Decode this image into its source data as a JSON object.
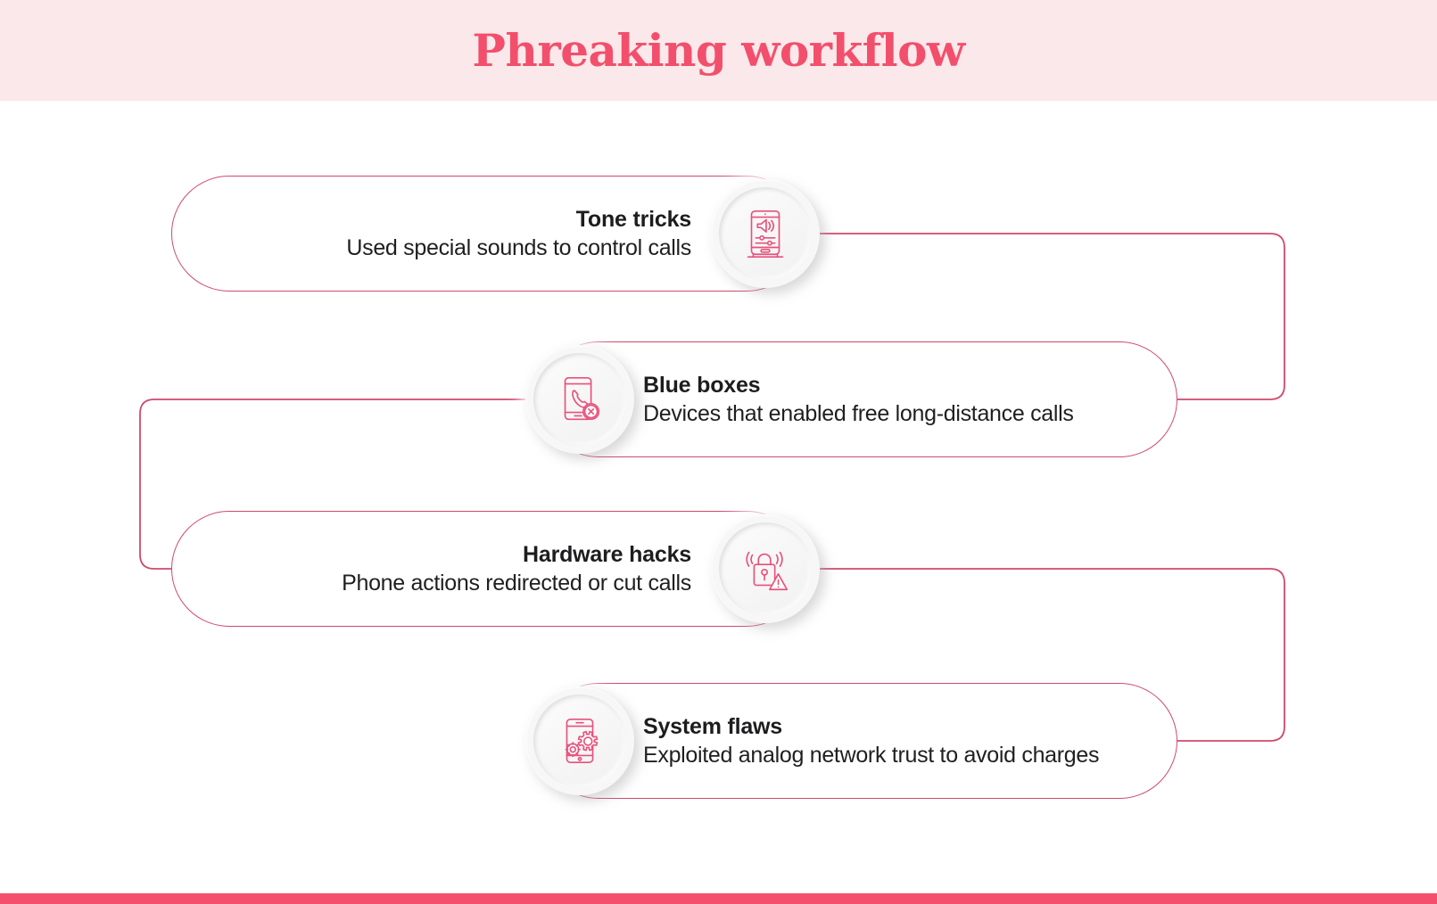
{
  "header": {
    "title": "Phreaking workflow",
    "band_color": "#fae8ea",
    "title_color": "#f24f6c"
  },
  "theme": {
    "accent": "#f4506e",
    "outline": "#cf4a6d",
    "text": "#1d1d1f",
    "badge_bg": "#f7f7f7",
    "page_bg": "#ffffff"
  },
  "steps": [
    {
      "title": "Tone tricks",
      "description": "Used special sounds to control calls",
      "icon": "phone-speaker-sliders-icon",
      "align": "right"
    },
    {
      "title": "Blue boxes",
      "description": "Devices that enabled free long-distance calls",
      "icon": "phone-handset-blocked-icon",
      "align": "left"
    },
    {
      "title": "Hardware hacks",
      "description": "Phone actions redirected or cut calls",
      "icon": "padlock-signal-warning-icon",
      "align": "right"
    },
    {
      "title": "System flaws",
      "description": "Exploited analog network trust to avoid charges",
      "icon": "phone-gears-icon",
      "align": "left"
    }
  ],
  "footer": {
    "bar_color": "#f4506e"
  }
}
